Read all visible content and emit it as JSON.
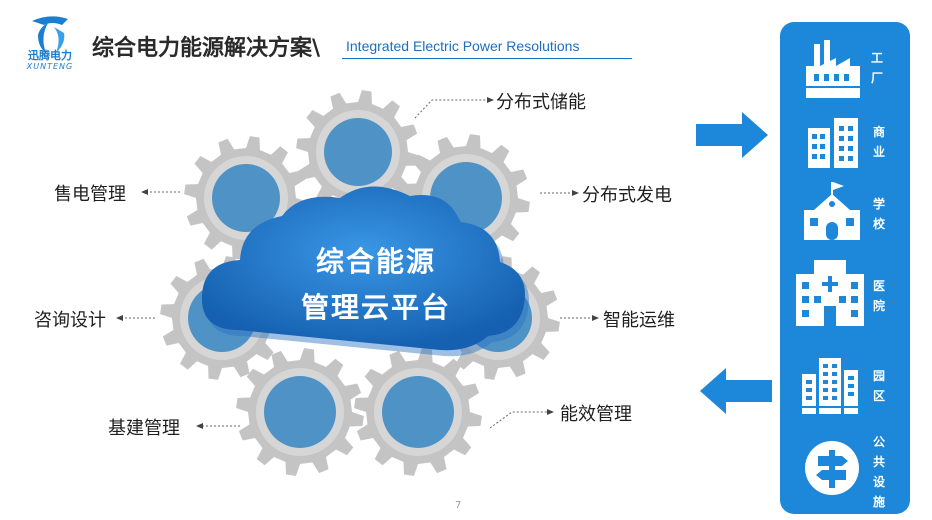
{
  "header": {
    "logo_cn": "迅腾电力",
    "logo_en": "XUNTENG",
    "title": "综合电力能源解决方案\\",
    "subtitle": "Integrated Electric Power Resolutions"
  },
  "center": {
    "line1": "综合能源",
    "line2": "管理云平台"
  },
  "services": [
    {
      "id": "distributed-storage",
      "label": "分布式储能"
    },
    {
      "id": "distributed-generation",
      "label": "分布式发电"
    },
    {
      "id": "smart-operation",
      "label": "智能运维"
    },
    {
      "id": "efficiency-management",
      "label": "能效管理"
    },
    {
      "id": "construction-management",
      "label": "基建管理"
    },
    {
      "id": "consulting-design",
      "label": "咨询设计"
    },
    {
      "id": "electricity-sales",
      "label": "售电管理"
    }
  ],
  "categories": [
    {
      "label": "工厂",
      "icon": "factory-icon"
    },
    {
      "label": "商业",
      "icon": "commercial-building-icon"
    },
    {
      "label": "学校",
      "icon": "school-icon"
    },
    {
      "label": "医院",
      "icon": "hospital-icon"
    },
    {
      "label": "园区",
      "icon": "industrial-park-icon"
    },
    {
      "label": "公共设施",
      "icon": "public-facility-icon"
    }
  ],
  "footer": {
    "page_number": "7"
  },
  "colors": {
    "accent": "#1d87d9",
    "cloud": "#1a72c4",
    "gear": "#c4c4c4",
    "gear_center": "#4f93c6",
    "title_link": "#1a6fc0"
  }
}
